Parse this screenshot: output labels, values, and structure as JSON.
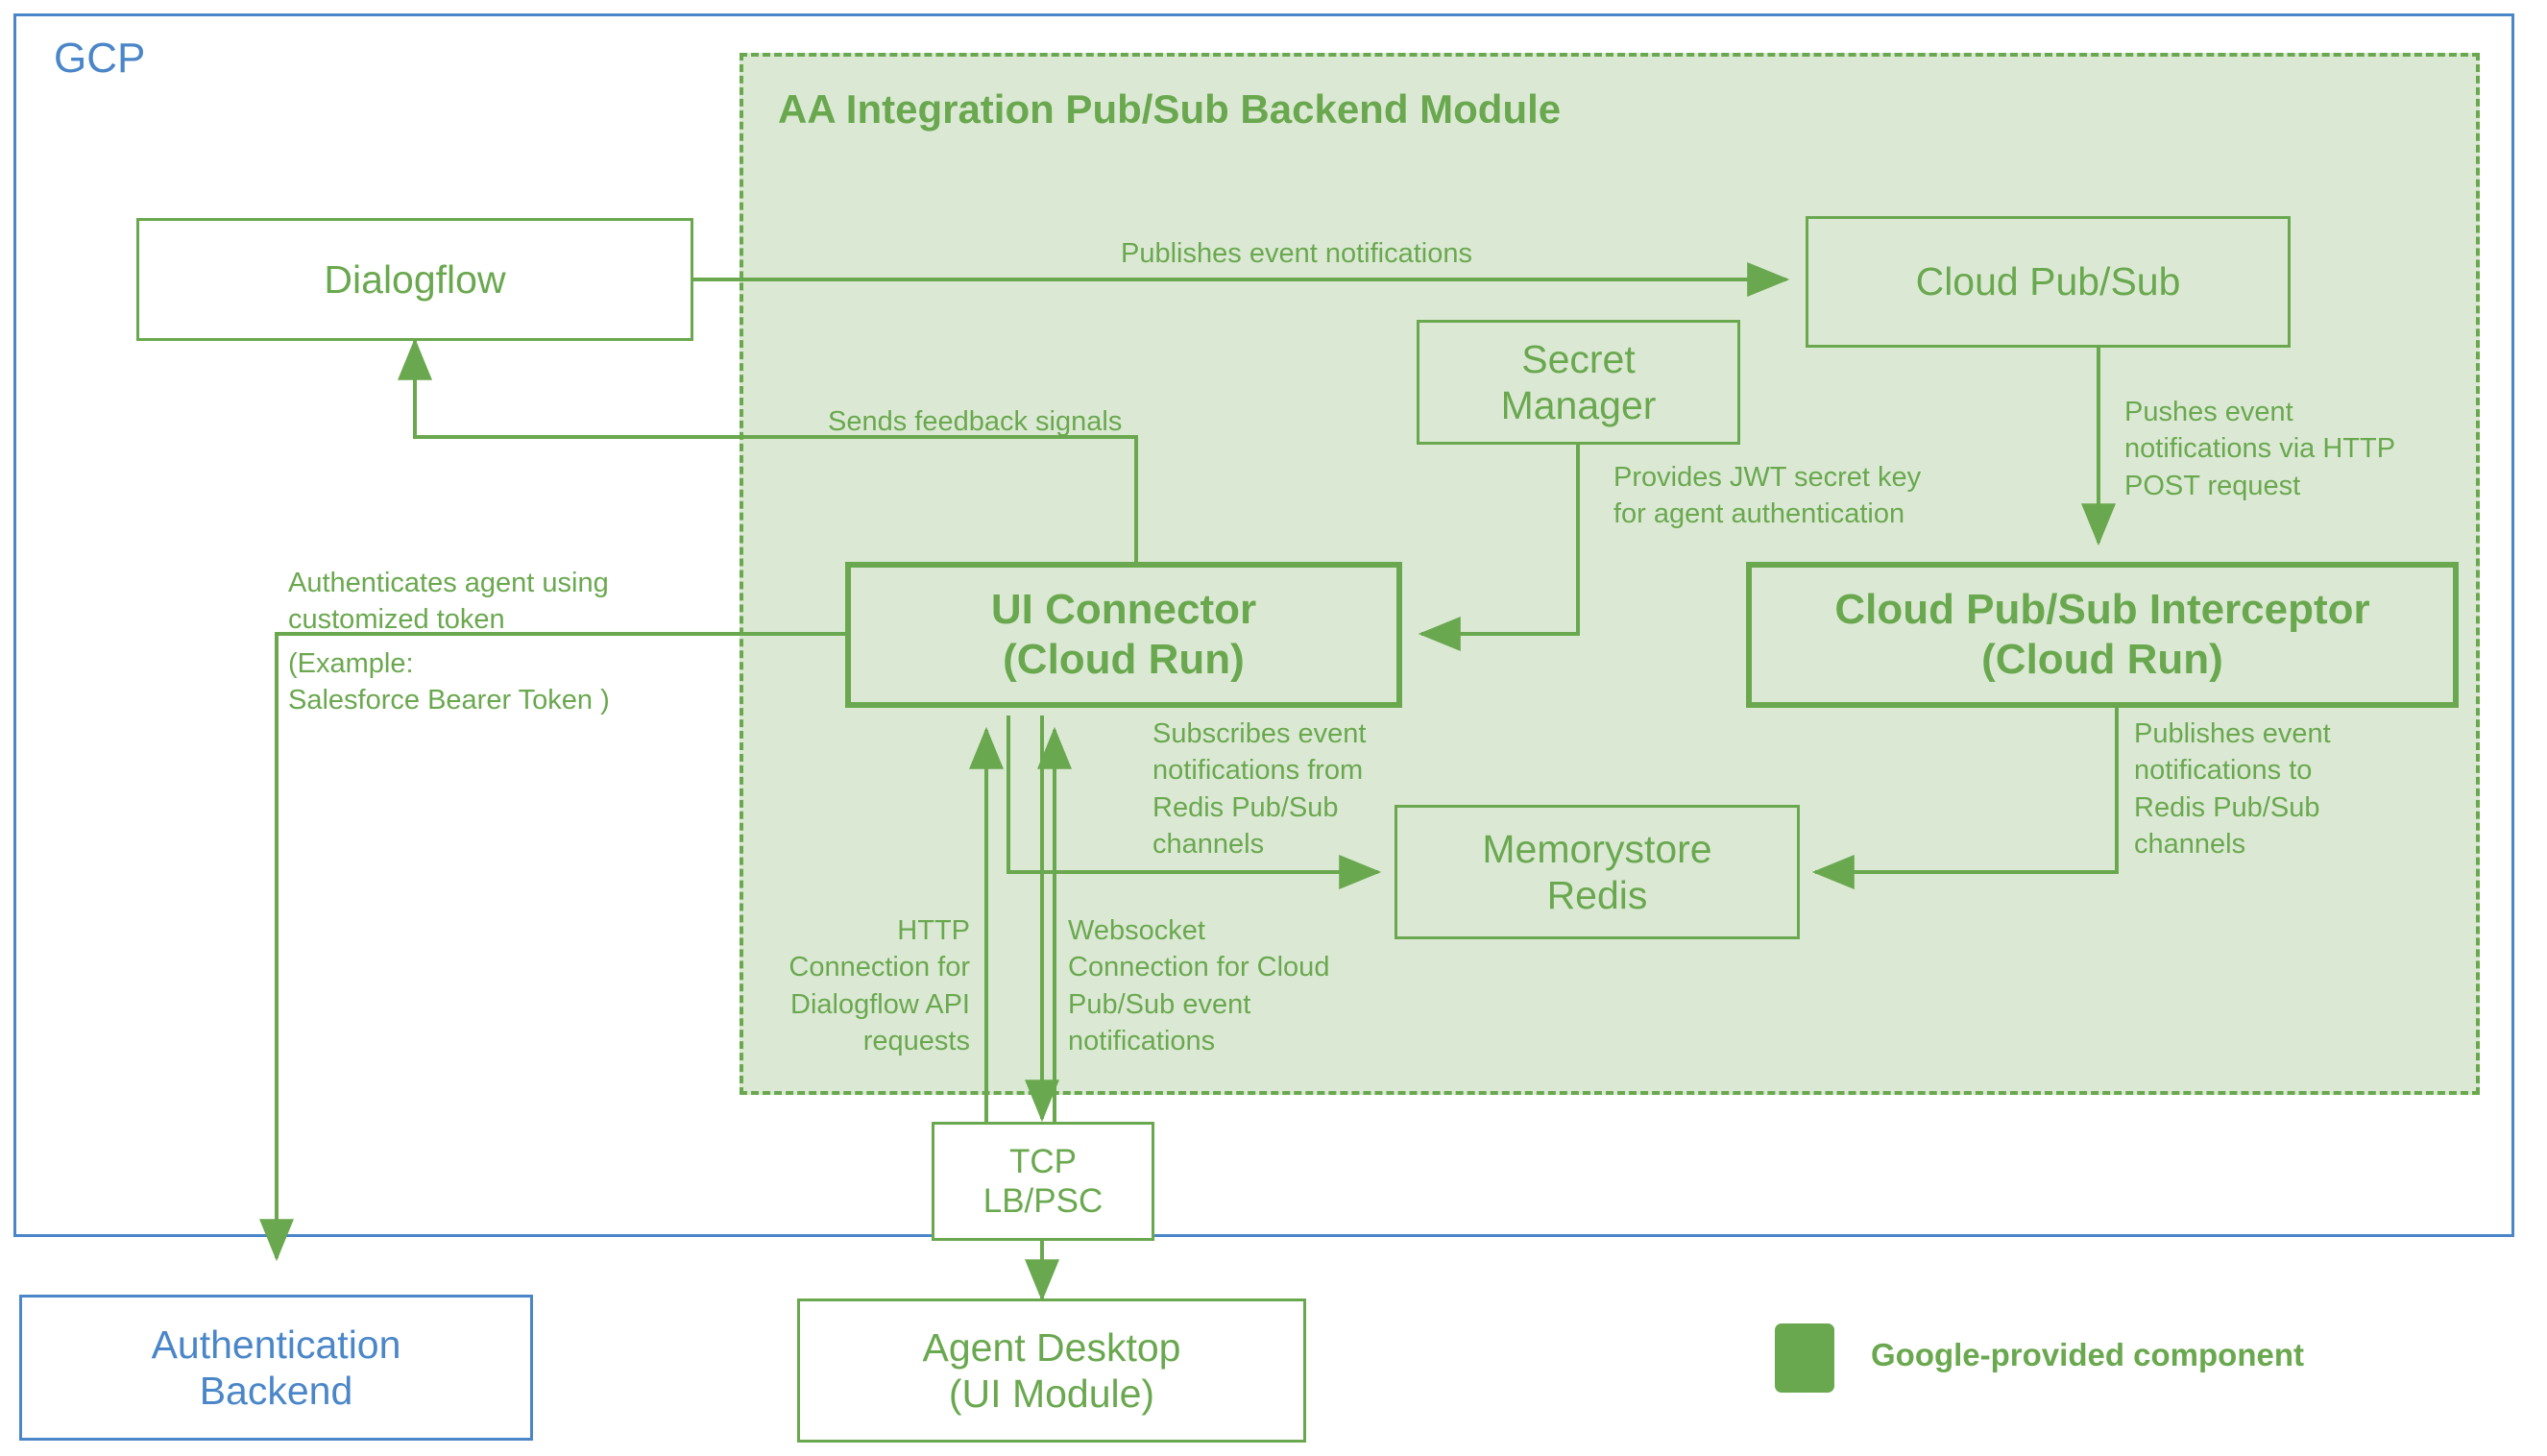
{
  "diagram": {
    "title_gcp": "GCP",
    "module_title": "AA Integration Pub/Sub Backend Module",
    "colors": {
      "green_stroke": "#6aa84f",
      "green_fill": "#dbe9d4",
      "blue_stroke": "#4a86c8",
      "white": "#ffffff"
    }
  },
  "nodes": {
    "dialogflow": "Dialogflow",
    "cloud_pubsub": "Cloud Pub/Sub",
    "secret_manager": "Secret\nManager",
    "ui_connector": "UI Connector\n(Cloud Run)",
    "interceptor": "Cloud Pub/Sub Interceptor\n(Cloud Run)",
    "memorystore_redis": "Memorystore\nRedis",
    "tcp_lb_psc": "TCP\nLB/PSC",
    "agent_desktop": "Agent Desktop\n(UI Module)",
    "auth_backend": "Authentication\nBackend"
  },
  "edge_labels": {
    "publishes_event_notifications": "Publishes event notifications",
    "sends_feedback_signals": "Sends feedback signals",
    "provides_jwt": "Provides JWT secret key\nfor agent authentication",
    "pushes_event_http_post": "Pushes event\nnotifications via HTTP\nPOST request",
    "authenticates_agent": "Authenticates agent using\ncustomized token",
    "authenticates_example": "(Example:\nSalesforce Bearer Token )",
    "subscribes_event_redis": "Subscribes event\nnotifications from\nRedis Pub/Sub\nchannels",
    "publishes_event_redis": "Publishes event\nnotifications to\nRedis Pub/Sub\nchannels",
    "http_connection_dialogflow": "HTTP\nConnection for\nDialogflow API\nrequests",
    "websocket_connection": "Websocket\nConnection for Cloud\nPub/Sub event\nnotifications"
  },
  "legend": {
    "swatch_color": "#6aa84f",
    "label": "Google-provided component"
  }
}
